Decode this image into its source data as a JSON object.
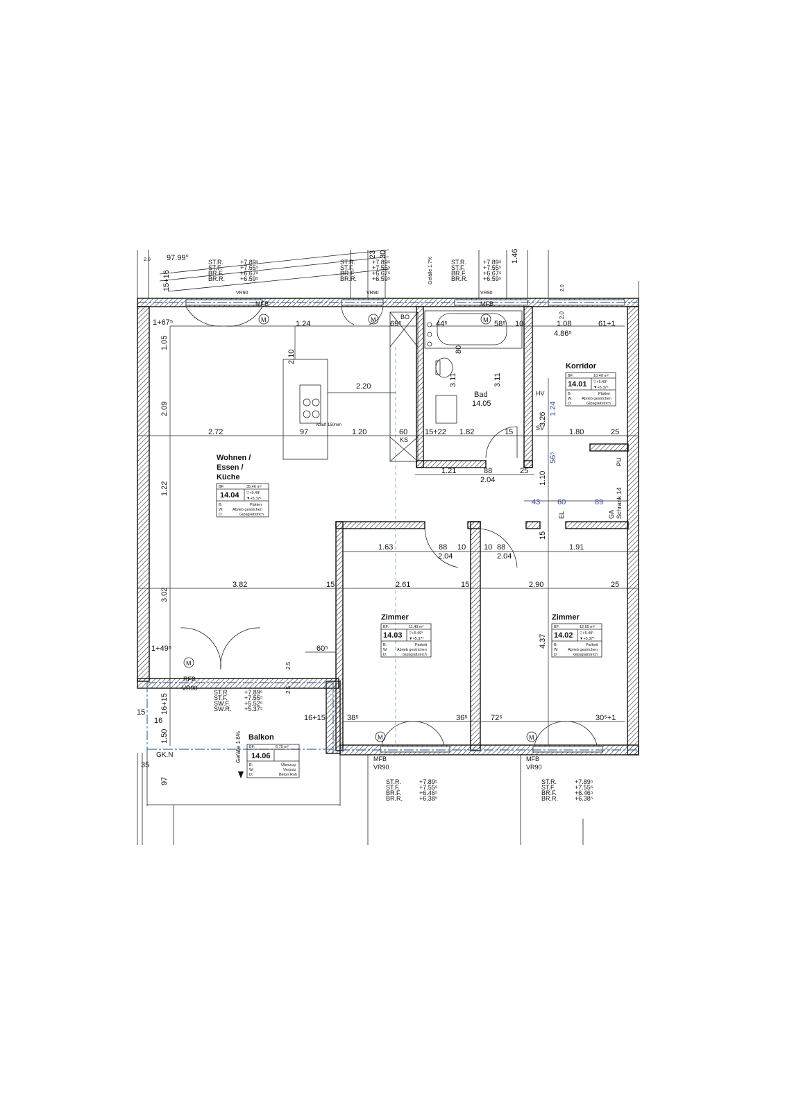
{
  "sidebar_dims": {
    "d_97": "97.99°",
    "d_2_0a": "2.0",
    "d_15_16": "15+16",
    "d_1_67": "1+67⁵",
    "d_1_05": "1.05",
    "d_2_09": "2.09",
    "d_1_22": "1.22",
    "d_3_02": "3.02",
    "d_1_49": "1+49⁵",
    "d_16_15a": "16+15",
    "d_15": "15",
    "d_16": "16",
    "d_1_50": "1.50",
    "d_35": "35",
    "d_97b": "97",
    "gkn": "GK.N"
  },
  "level_blocks": [
    {
      "l1": "ST.R.",
      "v1": "+7.89⁵",
      "l2": "ST.F.",
      "v2": "+7.55⁵",
      "l3": "BR.F.",
      "v3": "+6.67⁵",
      "l4": "BR.R.",
      "v4": "+6.59⁵"
    },
    {
      "l1": "ST.R.",
      "v1": "+7.89⁵",
      "l2": "ST.F.",
      "v2": "+7.55⁵",
      "l3": "BR.F.",
      "v3": "+6.67⁵",
      "l4": "BR.R.",
      "v4": "+6.59⁵"
    },
    {
      "l1": "ST.R.",
      "v1": "+7.89⁵",
      "l2": "ST.F.",
      "v2": "+7.55⁵",
      "l3": "BR.F.",
      "v3": "+6.67⁵",
      "l4": "BR.R.",
      "v4": "+6.59⁵"
    },
    {
      "l1": "ST.R.",
      "v1": "+7.89⁵",
      "l2": "ST.F.",
      "v2": "+7.55⁵",
      "l3": "SW.F.",
      "v3": "+5.52⁵",
      "l4": "SW.R.",
      "v4": "+5.37⁵"
    },
    {
      "l1": "ST.R.",
      "v1": "+7.89⁵",
      "l2": "ST.F.",
      "v2": "+7.55⁵",
      "l3": "BR.F.",
      "v3": "+6.46⁵",
      "l4": "BR.R.",
      "v4": "+6.38⁵"
    },
    {
      "l1": "ST.R.",
      "v1": "+7.89⁵",
      "l2": "ST.F.",
      "v2": "+7.55⁵",
      "l3": "BR.F.",
      "v3": "+6.46⁵",
      "l4": "BR.R.",
      "v4": "+6.38⁵"
    }
  ],
  "top_labels": {
    "vr90_1": "VR90",
    "vr90_2": "VR90",
    "vr90_3": "VR90",
    "mfb_1": "MFB",
    "mfb_2": "MFB",
    "gefaelle_top": "Gefälle 1.7%",
    "d_146": "1.46",
    "d_23": "23",
    "d_30": "30",
    "d_2_0b": "2.0"
  },
  "bottom_labels": {
    "rfb": "RFB",
    "vr90_a": "VR90",
    "mfb_a": "MFB",
    "vr90_b": "VR90",
    "mfb_b": "MFB",
    "vr90_c": "VR90"
  },
  "kitchen_dims": {
    "d_1_24": "1.24",
    "d_2_10": "2.10",
    "d_2_20": "2.20",
    "d_2_72": "2.72",
    "d_97": "97",
    "d_1_20": "1.20",
    "d_60": "60",
    "abluft": "Abluft 150mm",
    "ks": "KS",
    "bo": "BO"
  },
  "bath_dims": {
    "d_69": "69⁵",
    "d_44": "44⁵",
    "d_80": "80",
    "d_58": "58⁵",
    "d_10": "10",
    "d_3_11a": "3.11",
    "d_3_11b": "3.11",
    "d_15_22": "15+22",
    "d_1_82": "1.82",
    "d_15": "15",
    "d_1_21": "1.21",
    "d_88": "88",
    "d_2_04": "2.04",
    "d_25": "25",
    "hv": "HV",
    "sv": "SV"
  },
  "corridor_dims": {
    "d_1_08": "1.08",
    "d_4_86": "4.86⁵",
    "d_61_1": "61+1",
    "d_3_26": "3.26",
    "d_1_24": "1.24",
    "d_56": "56⁵",
    "d_1_80": "1.80",
    "d_25": "25",
    "d_1_10": "1.10",
    "d_43": "43",
    "d_60": "60",
    "d_89": "89",
    "el": "EL",
    "ga": "GA",
    "schrank": "Schrank 14",
    "pu": "PU",
    "d_15": "15",
    "d_2_0": "2.0"
  },
  "mid_dims": {
    "d_1_63": "1.63",
    "d_88a": "88",
    "d_10a": "10",
    "d_10b": "10",
    "d_88b": "88",
    "d_2_04a": "2.04",
    "d_2_04b": "2.04",
    "d_1_91": "1.91",
    "d_3_82": "3.82",
    "d_15a": "15",
    "d_2_61": "2.61",
    "d_15b": "15",
    "d_2_90": "2.90",
    "d_25": "25",
    "d_60": "60⁵",
    "d_16_15": "16+15",
    "d_38": "38⁵",
    "d_36": "36⁵",
    "d_72": "72⁵",
    "d_30_1": "30⁵+1",
    "d_4_37": "4.37",
    "d_2_5a": "2.5",
    "d_2_5b": "2.5"
  },
  "rooms": [
    {
      "name_l1": "Wohnen /",
      "name_l2": "Essen /",
      "name_l3": "Küche",
      "number": "14.04",
      "bf": "BF:",
      "area": "35.46 m²",
      "lv1": "▽+5.49⁵",
      "lv2": "▼+5.37⁵",
      "b_label": "B:",
      "b_val": "Platten",
      "w_label": "W:",
      "w_val": "Abrieb gestrichen",
      "d_label": "D:",
      "d_val": "Gipsglattstrich"
    },
    {
      "name_l1": "Korridor",
      "number": "14.01",
      "bf": "BF:",
      "area": "10.40 m²",
      "lv1": "▽+5.49⁵",
      "lv2": "▼+5.37⁵",
      "b_label": "B:",
      "b_val": "Platten",
      "w_label": "W:",
      "w_val": "Abrieb gestrichen",
      "d_label": "D:",
      "d_val": "Gipsglattstrich"
    },
    {
      "name_l1": "Bad",
      "number": "14.05"
    },
    {
      "name_l1": "Zimmer",
      "number": "14.03",
      "bf": "BF:",
      "area": "11.40 m²",
      "lv1": "▽+5.49⁵",
      "lv2": "▼+5.37⁵",
      "b_label": "B:",
      "b_val": "Parkett",
      "w_label": "W:",
      "w_val": "Abrieb gestrichen",
      "d_label": "D:",
      "d_val": "Gipsglattstrich"
    },
    {
      "name_l1": "Zimmer",
      "number": "14.02",
      "bf": "BF:",
      "area": "12.65 m²",
      "lv1": "▽+5.49⁵",
      "lv2": "▼+5.37⁵",
      "b_label": "B:",
      "b_val": "Parkett",
      "w_label": "W:",
      "w_val": "Abrieb gestrichen",
      "d_label": "D:",
      "d_val": "Gipsglattstrich"
    },
    {
      "name_l1": "Balkon",
      "number": "14.06",
      "bf": "BF:",
      "area": "6.75 m²",
      "b_label": "B:",
      "b_val": "Überzug",
      "w_label": "W:",
      "w_val": "Verputz",
      "d_label": "D:",
      "d_val": "Beton Roh"
    }
  ],
  "balcony": {
    "gefaelle": "Gefälle 1.6%"
  },
  "motor_symbol": "M"
}
